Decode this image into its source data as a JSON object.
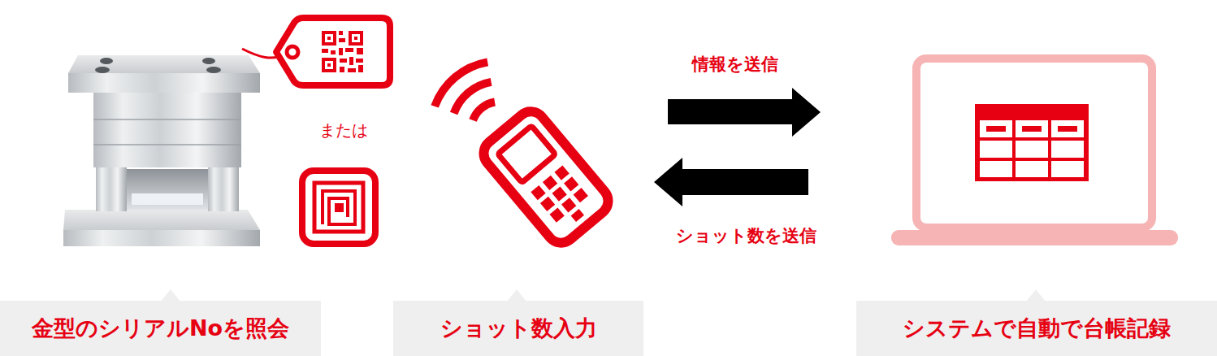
{
  "diagram": {
    "nodes": [
      {
        "text": [
          "金型のシリアルNoを照会"
        ]
      },
      {
        "text": [
          "ショット数入力"
        ]
      },
      {
        "text": [
          "システムで自動で台帳記録"
        ]
      }
    ],
    "labels": [
      "または",
      "情報を送信",
      "ショット数を送信"
    ]
  }
}
